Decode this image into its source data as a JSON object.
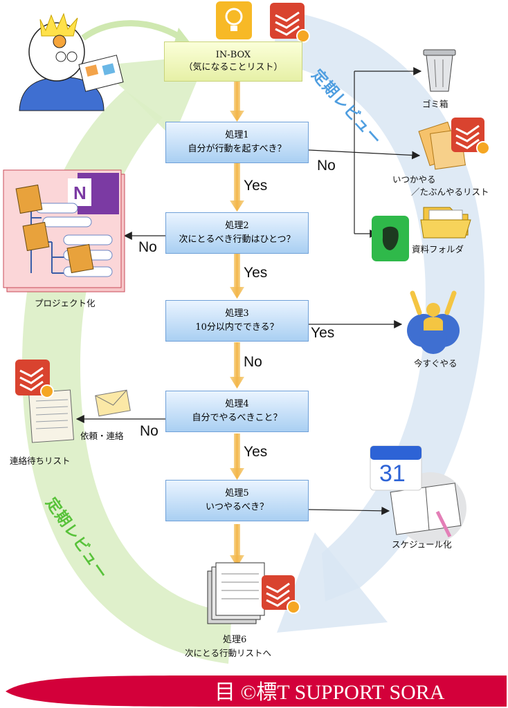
{
  "inbox": {
    "title": "IN-BOX",
    "subtitle": "（気になることリスト）"
  },
  "steps": [
    {
      "title": "処理1",
      "question": "自分が行動を起すべき？"
    },
    {
      "title": "処理2",
      "question": "次にとるべき行動はひとつ？"
    },
    {
      "title": "処理3",
      "question": "10分以内でできる？"
    },
    {
      "title": "処理4",
      "question": "自分でやるべきこと？"
    },
    {
      "title": "処理5",
      "question": "いつやるべき？"
    }
  ],
  "final_step": {
    "title": "処理6",
    "subtitle": "次にとる行動リストへ"
  },
  "edge_labels": {
    "step1_no": "No",
    "step1_yes": "Yes",
    "step2_no": "No",
    "step2_yes": "Yes",
    "step3_yes": "Yes",
    "step3_no": "No",
    "step4_no": "No",
    "step4_yes": "Yes"
  },
  "outputs": {
    "trash": "ゴミ箱",
    "someday_line1": "いつかやる",
    "someday_line2": "／たぶんやるリスト",
    "reference": "資料フォルダ",
    "project": "プロジェクト化",
    "do_now": "今すぐやる",
    "delegate_action": "依頼・連絡",
    "waiting_list": "連絡待ちリスト",
    "schedule": "スケジュール化",
    "calendar_day": "31"
  },
  "cycle_labels": {
    "right": "定期レビュー",
    "left": "定期レビュー"
  },
  "footer": {
    "text": "目 ©標T SUPPORT SORA"
  },
  "colors": {
    "cycle_blue": "#d9e6f3",
    "cycle_green": "#dbeec5",
    "process_box": "#a9cff2",
    "inbox_box": "#e6f0a6",
    "flow_arrow": "#f5c36b",
    "todoist_red": "#d9432f",
    "evernote_green": "#2fb94a",
    "onenote_purple": "#7b3aa3",
    "cycle_text_blue": "#4f9ee0",
    "cycle_text_green": "#58c23a",
    "footer_bar": "#d3003a"
  }
}
